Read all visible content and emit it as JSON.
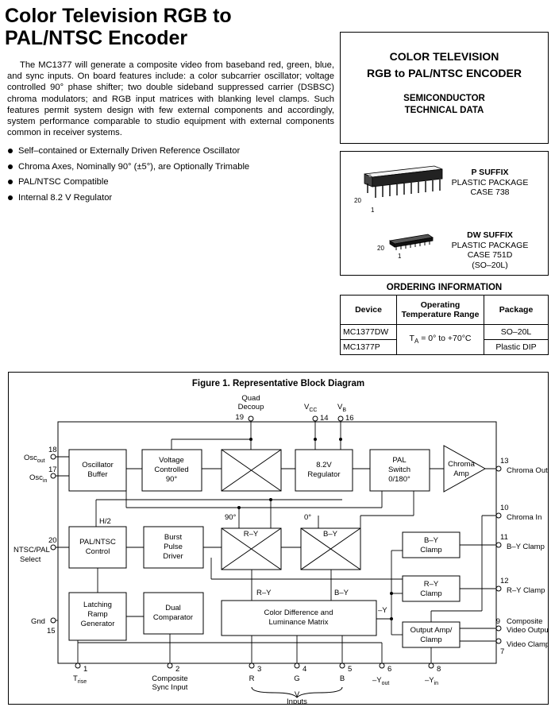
{
  "header": {
    "title_line1": "Color Television RGB to",
    "title_line2": "PAL/NTSC Encoder"
  },
  "intro": "The MC1377 will generate a composite video from baseband red, green, blue, and sync inputs.  On board features include: a color subcarrier oscillator; voltage controlled 90° phase shifter; two double sideband suppressed carrier (DSBSC) chroma modulators; and RGB input matrices with blanking level clamps.  Such features permit system design with few external components and accordingly, system performance comparable to studio equipment with external components common in receiver systems.",
  "features": [
    "Self–contained or Externally Driven Reference Oscillator",
    "Chroma Axes, Nominally 90° (±5°), are Optionally Trimable",
    "PAL/NTSC Compatible",
    "Internal 8.2 V Regulator"
  ],
  "infobox": {
    "line1": "COLOR TELEVISION",
    "line2": "RGB to PAL/NTSC ENCODER",
    "line3": "SEMICONDUCTOR",
    "line4": "TECHNICAL DATA"
  },
  "packages": {
    "p": {
      "suffix": "P SUFFIX",
      "type": "PLASTIC PACKAGE",
      "case": "CASE 738",
      "pin_hi": "20",
      "pin_lo": "1"
    },
    "dw": {
      "suffix": "DW SUFFIX",
      "type": "PLASTIC PACKAGE",
      "case": "CASE 751D",
      "alt": "(SO–20L)",
      "pin_hi": "20",
      "pin_lo": "1"
    }
  },
  "ordering": {
    "title": "ORDERING INFORMATION",
    "col_device": "Device",
    "col_temp_1": "Operating",
    "col_temp_2": "Temperature Range",
    "col_package": "Package",
    "rows": [
      {
        "device": "MC1377DW",
        "package": "SO–20L"
      },
      {
        "device": "MC1377P",
        "package": "Plastic DIP"
      }
    ],
    "temp_ta": "T",
    "temp_sub": "A",
    "temp_range": " = 0° to +70°C"
  },
  "figure": {
    "title": "Figure 1. Representative Block Diagram",
    "blocks": {
      "osc_buffer": [
        "Oscillator",
        "Buffer"
      ],
      "vco": [
        "Voltage",
        "Controlled",
        "90°"
      ],
      "reg": [
        "8.2V",
        "Regulator"
      ],
      "pal_switch": [
        "PAL",
        "Switch",
        "0/180°"
      ],
      "chroma_amp": [
        "Chroma",
        "Amp"
      ],
      "pal_ntsc": [
        "PAL/NTSC",
        "Control"
      ],
      "burst": [
        "Burst",
        "Pulse",
        "Driver"
      ],
      "ry_mod": "R–Y",
      "by_mod": "B–Y",
      "by_clamp": [
        "B–Y",
        "Clamp"
      ],
      "ry_clamp": [
        "R–Y",
        "Clamp"
      ],
      "ramp": [
        "Latching",
        "Ramp",
        "Generator"
      ],
      "dual_comp": [
        "Dual",
        "Comparator"
      ],
      "matrix": [
        "Color Difference and",
        "Luminance Matrix"
      ],
      "out_amp": [
        "Output Amp/",
        "Clamp"
      ]
    },
    "labels": {
      "quad_decoup_1": "Quad",
      "quad_decoup_2": "Decoup",
      "pin19": "19",
      "vcc": "V",
      "vcc_sub": "CC",
      "pin14": "14",
      "vb": "V",
      "vb_sub": "B",
      "pin16": "16",
      "osc_out": "Osc",
      "osc_out_sub": "out",
      "pin18": "18",
      "osc_in": "Osc",
      "osc_in_sub": "in",
      "pin17": "17",
      "chroma_out": "Chroma Out",
      "pin13": "13",
      "chroma_in": "Chroma In",
      "pin10": "10",
      "by_clamp_pin": "B–Y Clamp",
      "pin11": "11",
      "ry_clamp_pin": "R–Y Clamp",
      "pin12": "12",
      "comp_video_1": "Composite",
      "comp_video_2": "Video Output",
      "pin9": "9",
      "video_clamp": "Video Clamp",
      "pin7": "7",
      "ntsc_pal_1": "NTSC/PAL",
      "ntsc_pal_2": "Select",
      "pin20": "20",
      "gnd": "Gnd",
      "pin15": "15",
      "h2": "H/2",
      "deg90": "90°",
      "deg0": "0°",
      "ry_bus": "R–Y",
      "by_bus": "B–Y",
      "neg_y": "–Y",
      "pin1": "1",
      "trise": "T",
      "trise_sub": "rise",
      "pin2": "2",
      "comp_sync_1": "Composite",
      "comp_sync_2": "Sync Input",
      "pin3": "3",
      "r": "R",
      "pin4": "4",
      "g": "G",
      "pin5": "5",
      "b": "B",
      "inputs": "Inputs",
      "v": "V",
      "pin6": "6",
      "yout": "–Y",
      "yout_sub": "out",
      "pin8": "8",
      "yin": "–Y",
      "yin_sub": "in"
    }
  }
}
